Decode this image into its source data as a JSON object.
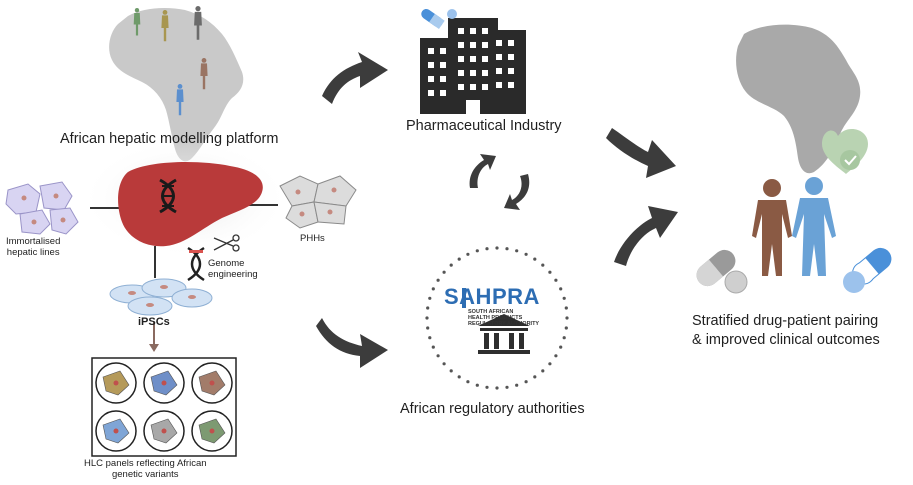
{
  "platform": {
    "title": "African hepatic modelling platform",
    "immortalised_label": [
      "Immortalised",
      "hepatic lines"
    ],
    "phh_label": "PHHs",
    "genome_label": [
      "Genome",
      "engineering"
    ],
    "ipsc_label": "iPSCs",
    "hlc_label": [
      "HLC panels reflecting African",
      "genetic variants"
    ]
  },
  "pharma": {
    "label": "Pharmaceutical Industry"
  },
  "regulatory": {
    "label": "African regulatory authorities",
    "sahpra_name": "SAHPRA",
    "sahpra_subtitle": [
      "SOUTH AFRICAN",
      "HEALTH PRODUCTS",
      "REGULATORY AUTHORITY"
    ]
  },
  "outcome": {
    "label": [
      "Stratified drug-patient pairing",
      "& improved clinical outcomes"
    ]
  },
  "colors": {
    "liver": "#b93a3a",
    "arrow": "#3c3c3c",
    "africa_map": "#c9c9c9",
    "pharma_building": "#2a2a2a",
    "pill_blue": "#4a90d9",
    "brown_figure": "#8a5a44",
    "blue_figure": "#6aa2d6",
    "heart_check": "#a7c7a0"
  },
  "hlc_well_colors": [
    "#b59a5a",
    "#6f8fc8",
    "#a27c6a",
    "#7fa5d6",
    "#a8a8a8",
    "#7d9a72"
  ]
}
